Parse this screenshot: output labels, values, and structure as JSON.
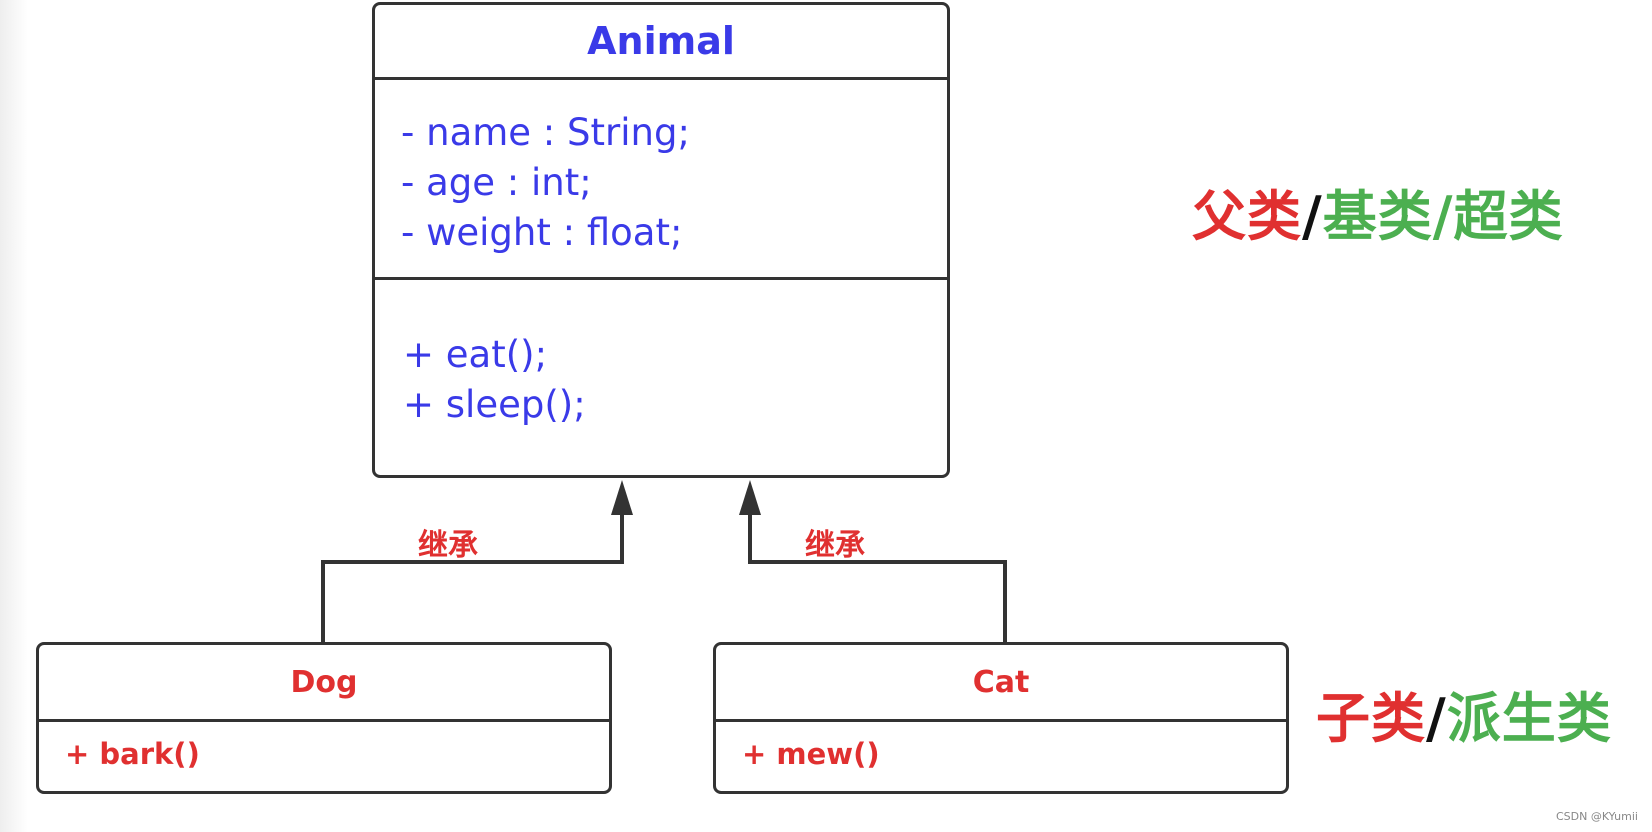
{
  "parent_class": {
    "name": "Animal",
    "attributes": [
      "- name : String;",
      "- age : int;",
      "- weight : float;"
    ],
    "operations": [
      "+  eat();",
      "+  sleep();"
    ]
  },
  "children": [
    {
      "name": "Dog",
      "operations": [
        "+ bark()"
      ]
    },
    {
      "name": "Cat",
      "operations": [
        "+ mew()"
      ]
    }
  ],
  "edges": [
    {
      "from": "Dog",
      "to": "Animal",
      "label": "继承"
    },
    {
      "from": "Cat",
      "to": "Animal",
      "label": "继承"
    }
  ],
  "side_labels": {
    "parent": {
      "part1": "父类",
      "sep1": "/",
      "part2": "基类",
      "sep2": "/",
      "part3": "超类"
    },
    "child": {
      "part1": "子类",
      "sep1": "/",
      "part2": "派生类"
    }
  },
  "watermark": "CSDN @KYumii",
  "colors": {
    "parent_text": "#3a3ae8",
    "child_text": "#e03030",
    "label_red": "#e03030",
    "label_green": "#4caf50",
    "border": "#333333"
  }
}
